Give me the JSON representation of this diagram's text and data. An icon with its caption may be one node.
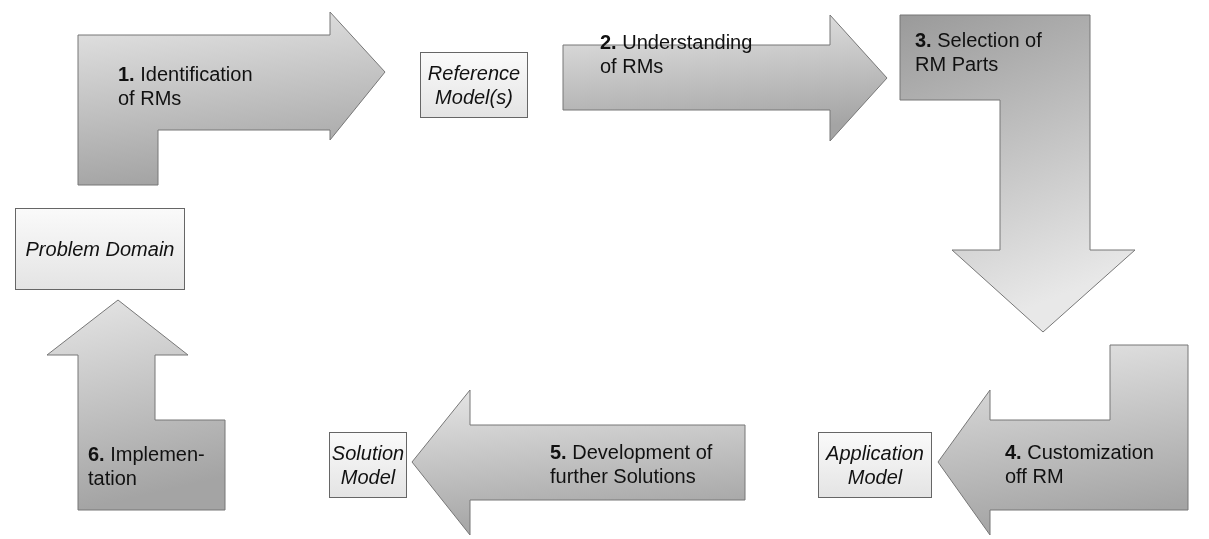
{
  "diagram": {
    "nodes": [
      {
        "text": [
          "**1.** Identification of RMs"
        ]
      },
      {
        "text": [
          "Reference Model(s)"
        ]
      },
      {
        "text": [
          "**2.** Understanding of RMs"
        ]
      },
      {
        "text": [
          "**3.** Selection of RM Parts"
        ]
      },
      {
        "text": [
          "Problem Domain"
        ]
      },
      {
        "text": [
          "**6.** Implemen- tation"
        ]
      },
      {
        "text": [
          "Solution Model"
        ]
      },
      {
        "text": [
          "**5.** Development of further Solutions"
        ]
      },
      {
        "text": [
          "Application Model"
        ]
      },
      {
        "text": [
          "**4.** Customization off RM"
        ]
      }
    ],
    "edges": [
      {
        "from": 4,
        "to": 1,
        "arrow": "to"
      },
      {
        "from": 1,
        "to": 3,
        "arrow": "to"
      },
      {
        "from": 2,
        "to": 9,
        "arrow": "to"
      },
      {
        "from": 3,
        "to": 8,
        "arrow": "to"
      },
      {
        "from": 8,
        "to": 6,
        "arrow": "to"
      },
      {
        "from": 6,
        "to": 4,
        "arrow": "to"
      }
    ]
  }
}
